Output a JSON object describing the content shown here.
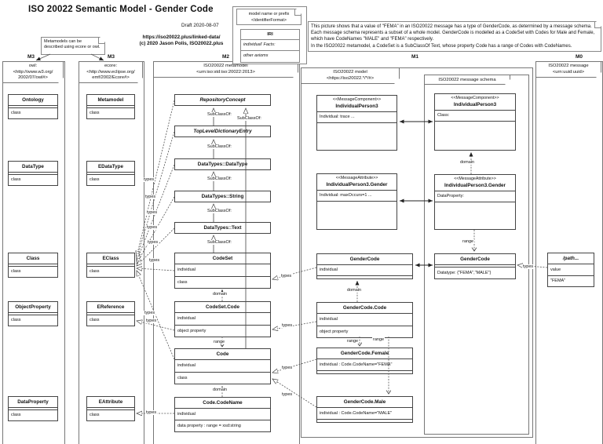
{
  "header": {
    "title": "ISO 20022 Semantic Model - Gender Code",
    "draft": "Draft 2020-08-07",
    "credit1": "https://iso20022.plus/linked-data/",
    "credit2": "(c) 2020 Jason Polis, ISO20022.plus"
  },
  "levels": [
    "M3",
    "M3",
    "M2",
    "M1",
    "M0"
  ],
  "notes": {
    "metamodels_l1": "Metamodels can be",
    "metamodels_l2": "described using ecore or owl.",
    "description": [
      "This picture shows that a value of \"FEMA\" in an ISO20022 message has a type of GenderCode, as determined by a message schema.",
      "Each message schema represents a subset of a whole model. GenderCode is modelled as a CodeSet with Codes for Male and Female,",
      "which have CodeNames \"MALE\" and \"FEMA\" respectively.",
      "In the ISO20022 metamodel, a CodeSet is a SubClassOf Text, whose property Code has a range of Codes with CodeNames."
    ]
  },
  "legend": {
    "header_l1": "model name or prefix",
    "header_l2": "<IdentifierFormat>",
    "c1": "IRI",
    "c2": "individual' Facts:",
    "c3": "other axioms"
  },
  "packages": {
    "owl": {
      "l1": "owl:",
      "l2": "<http://www.w3.org/",
      "l3": "2002/07/owl#>"
    },
    "ecore": {
      "l1": "ecore:",
      "l2": "<http://www.eclipse.org/",
      "l3": "emf/2002/Ecore#>"
    },
    "metamodel": {
      "l1": "ISO20022 metamodel",
      "l2": "<urn:iso:std:iso:20022:2013>"
    },
    "model": {
      "l1": "ISO20022 model",
      "l2": "<https://iso20022.*/*/#>"
    },
    "schema": {
      "l1": "ISO20022 message schema"
    },
    "message": {
      "l1": "ISO20022 message",
      "l2": "<urn:uuid:uuid>"
    }
  },
  "classes": {
    "ontology": {
      "title": "Ontology",
      "row": "class"
    },
    "datatype": {
      "title": "DataType",
      "row": "class"
    },
    "class": {
      "title": "Class",
      "row": "class"
    },
    "objectproperty": {
      "title": "ObjectProperty",
      "row": "class"
    },
    "dataproperty": {
      "title": "DataProperty",
      "row": "class"
    },
    "metamodel": {
      "title": "Metamodel",
      "row": "class"
    },
    "edatatype": {
      "title": "EDataType",
      "row": "class"
    },
    "eclass": {
      "title": "EClass",
      "row": "class"
    },
    "ereference": {
      "title": "EReference",
      "row": "class"
    },
    "eattribute": {
      "title": "EAttribute",
      "row": "class"
    },
    "repositoryconcept": {
      "title": "RepositoryConcept"
    },
    "topleveldictionaryentry": {
      "title": "TopLevelDictionaryEntry"
    },
    "dt_datatype": {
      "title": "DataTypes::DataType"
    },
    "dt_string": {
      "title": "DataTypes::String"
    },
    "dt_text": {
      "title": "DataTypes::Text"
    },
    "codeset": {
      "title": "CodeSet",
      "row1": "individual",
      "row2": "class"
    },
    "codeset_code": {
      "title": "CodeSet.Code",
      "row1": "individual",
      "row2": "object property"
    },
    "code": {
      "title": "Code",
      "row1": "individual",
      "row2": "class"
    },
    "code_codename": {
      "title": "Code.CodeName",
      "row1": "individual",
      "row2": "data property : range = xsd:string"
    },
    "person3": {
      "stereotype": "<<MessageComponent>>",
      "title": "IndividualPerson3",
      "row1": "Individual: trace ..."
    },
    "person3_gender": {
      "stereotype": "<<MessageAttribute>>",
      "title": "IndividualPerson3.Gender",
      "row1": "Individual: maxOccurs=1 ..."
    },
    "gendercode": {
      "title": "GenderCode",
      "row1": "individual"
    },
    "gendercode_code": {
      "title": "GenderCode.Code",
      "row1": "individual",
      "row2": "object property"
    },
    "gendercode_female": {
      "title": "GenderCode.Female",
      "row1": "individual : Code.CodeName=\"FEMA\""
    },
    "gendercode_male": {
      "title": "GenderCode.Male",
      "row1": "individual : Code.CodeName=\"MALE\""
    },
    "s_person3": {
      "stereotype": "<<MessageComponent>>",
      "title": "IndividualPerson3",
      "row1": "Class:"
    },
    "s_person3_gender": {
      "stereotype": "<<MessageAttribute>>",
      "title": "IndividualPerson3.Gender",
      "row1": "DataProperty:"
    },
    "s_gendercode": {
      "title": "GenderCode",
      "row1": "Datatype: {\"FEMA\",\"MALE\"}"
    },
    "path": {
      "title": "/path...",
      "row1": "value",
      "row2": "\"FEMA\""
    }
  },
  "edge_labels": [
    "SubClassOf:",
    "SubClassOf:",
    "SubClassOf:",
    "SubClassOf:",
    "SubClassOf:",
    "SubClassOf:",
    "domain",
    "range",
    "domain",
    "domain",
    "range",
    "range",
    "domain",
    "range",
    "types",
    "types",
    "types",
    "types",
    "types",
    "types",
    "types",
    "types",
    "types",
    "types",
    "types",
    "types",
    "types",
    "types"
  ]
}
